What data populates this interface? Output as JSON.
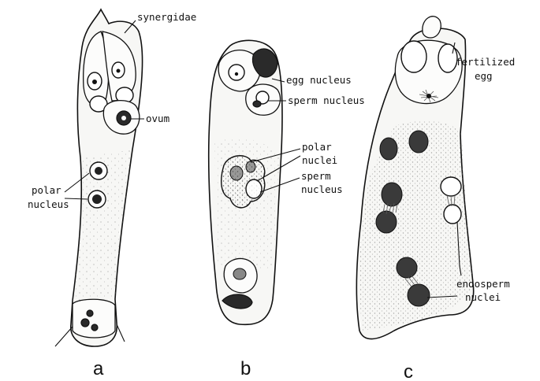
{
  "labels": {
    "a": {
      "synergidae": "synergidae",
      "ovum": "ovum",
      "polar_line1": "polar",
      "polar_line2": "nucleus",
      "panel": "a"
    },
    "b": {
      "egg_nucleus": "egg nucleus",
      "sperm_nucleus": "sperm nucleus",
      "polar_line1": "polar",
      "polar_line2": "nuclei",
      "sperm_line1": "sperm",
      "sperm_line2": "nucleus",
      "panel": "b"
    },
    "c": {
      "fert_line1": "fertilized",
      "fert_line2": "egg",
      "endo_line1": "endosperm",
      "endo_line2": "nuclei",
      "panel": "c"
    }
  },
  "colors": {
    "ink": "#111111",
    "paper": "#ffffff",
    "shading": "#f7f7f5",
    "dark_nucleus": "#2a2a2a"
  }
}
